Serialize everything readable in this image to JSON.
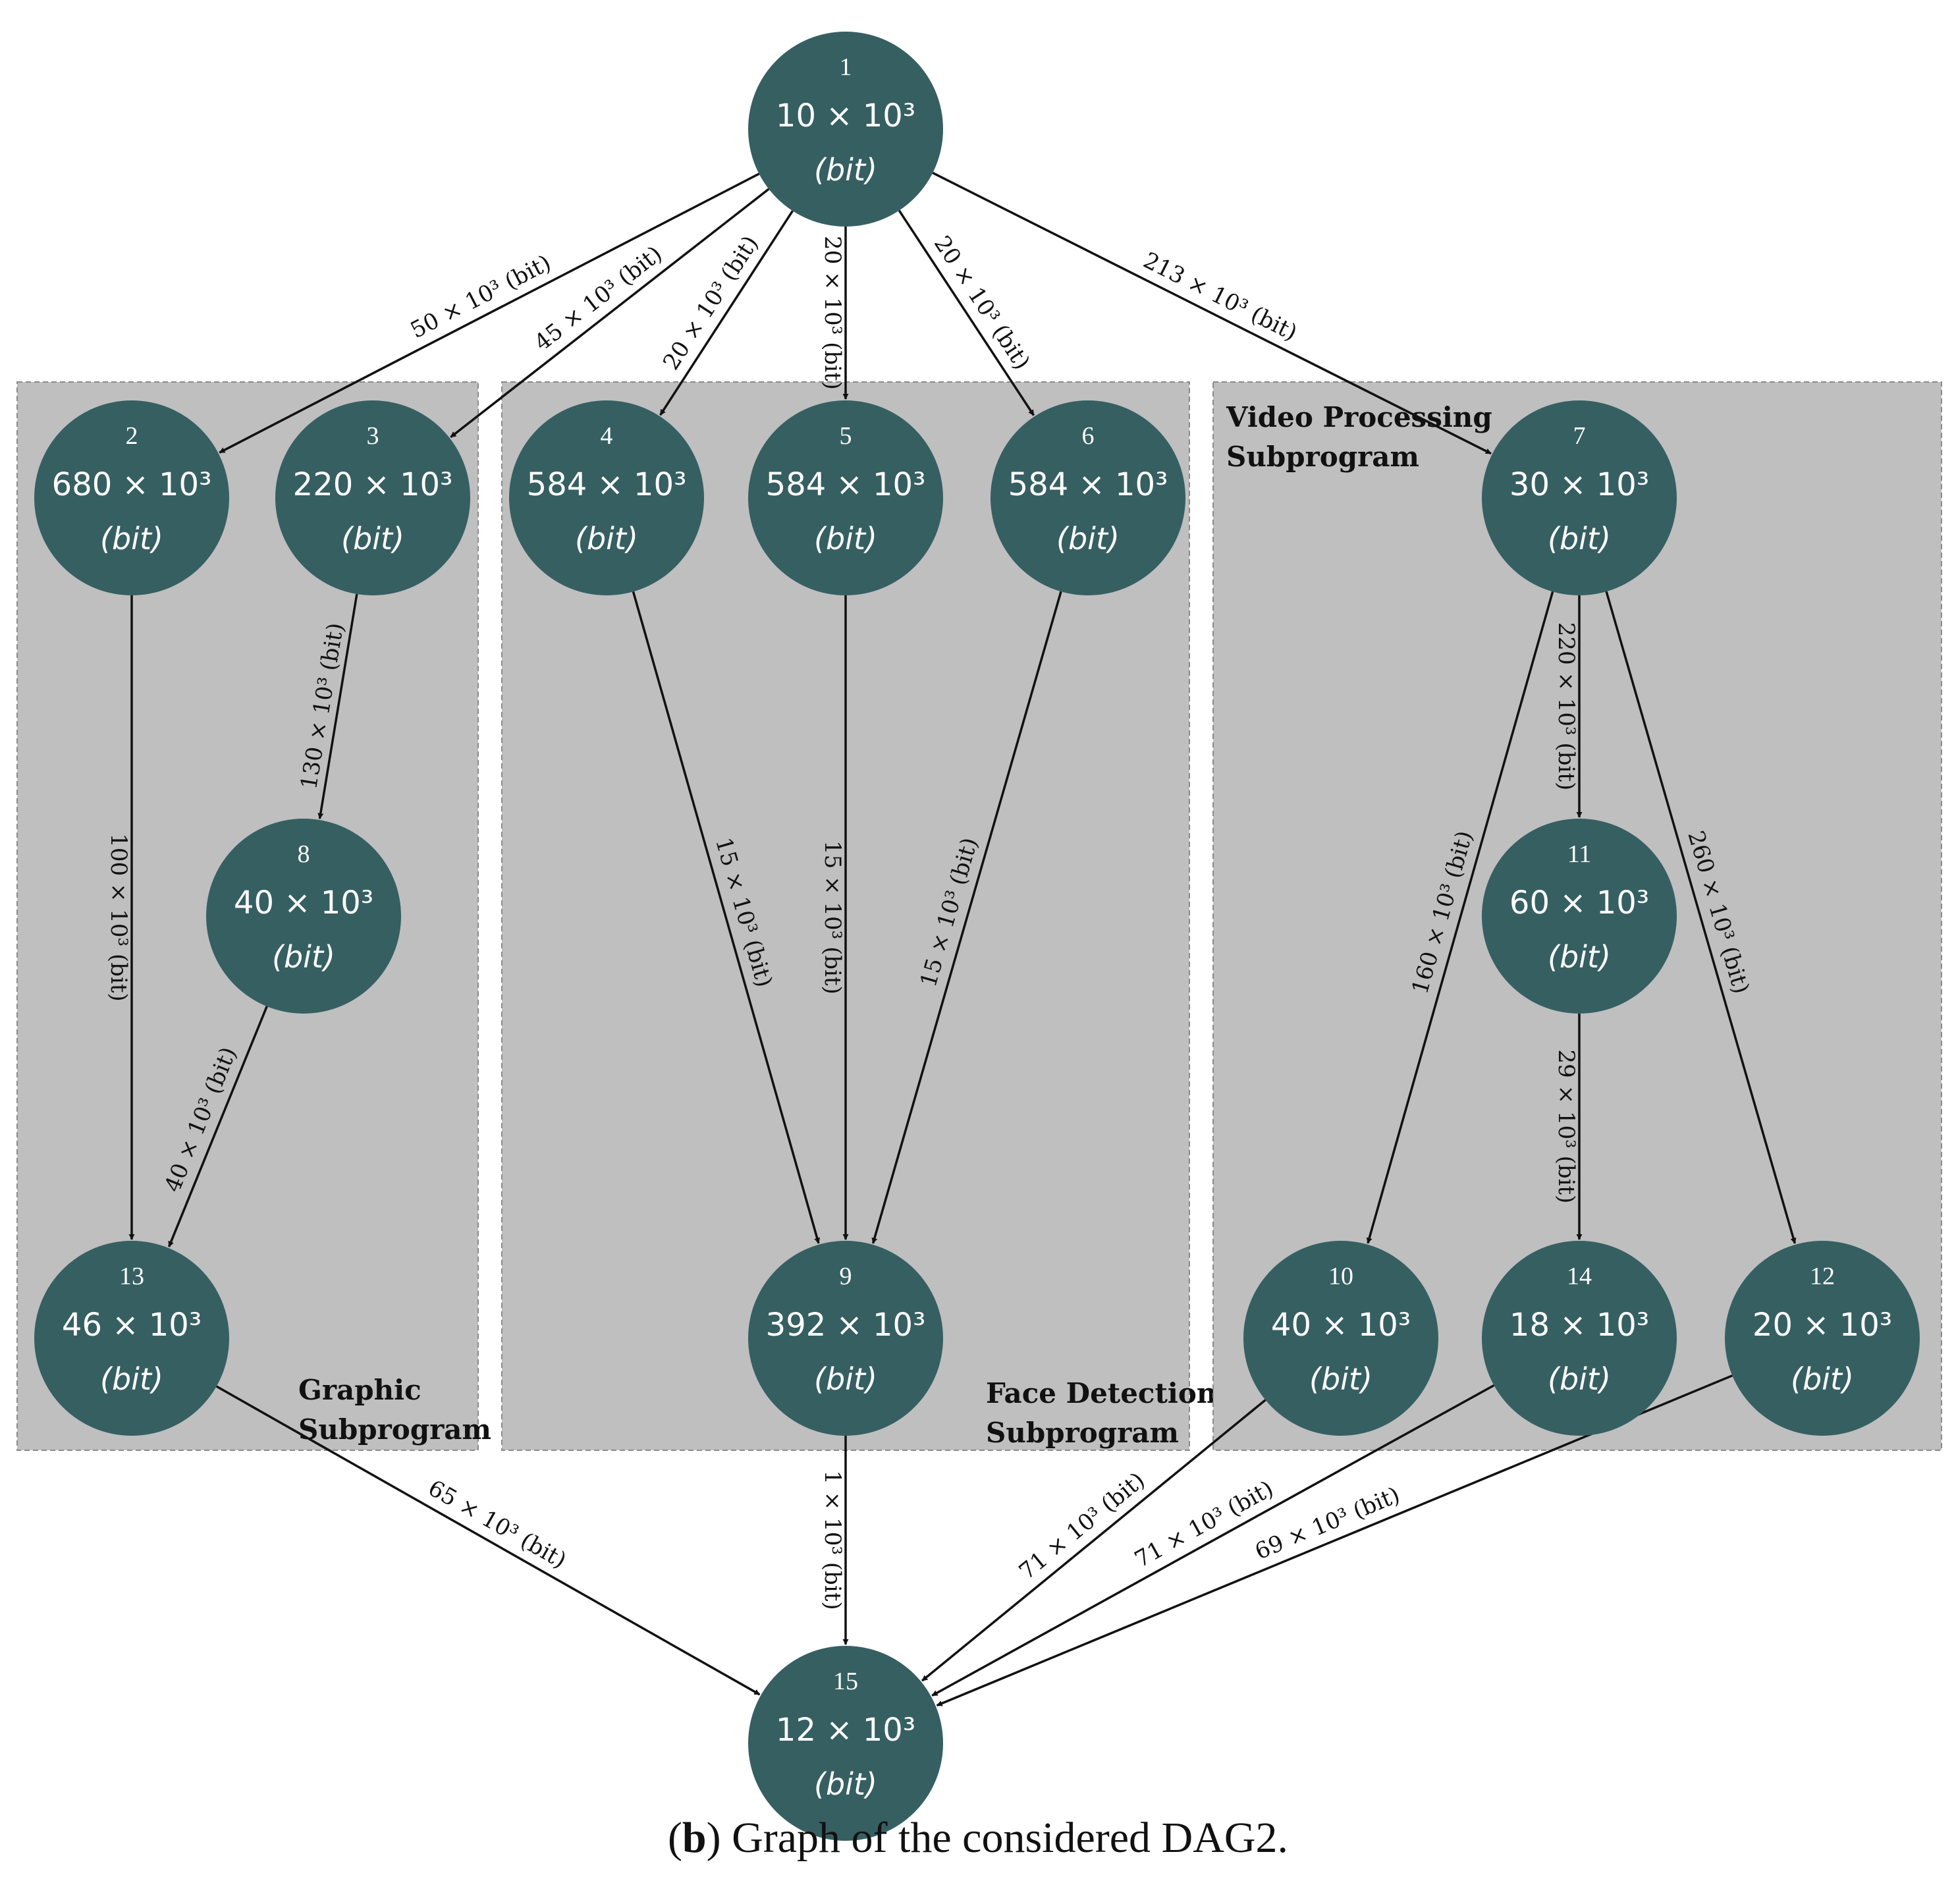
{
  "diagram": {
    "groups": [
      {
        "id": "graphic",
        "label_lines": [
          "Graphic",
          "Subprogram"
        ]
      },
      {
        "id": "face",
        "label_lines": [
          "Face Detection",
          "Subprogram"
        ]
      },
      {
        "id": "video",
        "label_lines": [
          "Video Processing",
          "Subprogram"
        ]
      }
    ],
    "nodes": [
      {
        "id": "1",
        "value": "10 × 10³",
        "unit": "(bit)"
      },
      {
        "id": "2",
        "value": "680 × 10³",
        "unit": "(bit)"
      },
      {
        "id": "3",
        "value": "220 × 10³",
        "unit": "(bit)"
      },
      {
        "id": "4",
        "value": "584 × 10³",
        "unit": "(bit)"
      },
      {
        "id": "5",
        "value": "584 × 10³",
        "unit": "(bit)"
      },
      {
        "id": "6",
        "value": "584 × 10³",
        "unit": "(bit)"
      },
      {
        "id": "7",
        "value": "30 × 10³",
        "unit": "(bit)"
      },
      {
        "id": "8",
        "value": "40 × 10³",
        "unit": "(bit)"
      },
      {
        "id": "9",
        "value": "392 × 10³",
        "unit": "(bit)"
      },
      {
        "id": "10",
        "value": "40 × 10³",
        "unit": "(bit)"
      },
      {
        "id": "11",
        "value": "60 × 10³",
        "unit": "(bit)"
      },
      {
        "id": "12",
        "value": "20 × 10³",
        "unit": "(bit)"
      },
      {
        "id": "13",
        "value": "46 × 10³",
        "unit": "(bit)"
      },
      {
        "id": "14",
        "value": "18 × 10³",
        "unit": "(bit)"
      },
      {
        "id": "15",
        "value": "12 × 10³",
        "unit": "(bit)"
      }
    ],
    "edges": [
      {
        "from": "1",
        "to": "2",
        "label": "50 × 10³ (bit)"
      },
      {
        "from": "1",
        "to": "3",
        "label": "45 × 10³ (bit)"
      },
      {
        "from": "1",
        "to": "4",
        "label": "20 × 10³ (bit)"
      },
      {
        "from": "1",
        "to": "5",
        "label": "20 × 10³ (bit)"
      },
      {
        "from": "1",
        "to": "6",
        "label": "20 × 10³ (bit)"
      },
      {
        "from": "1",
        "to": "7",
        "label": "213 × 10³ (bit)"
      },
      {
        "from": "2",
        "to": "13",
        "label": "100 × 10³ (bit)"
      },
      {
        "from": "3",
        "to": "8",
        "label": "130 × 10³ (bit)"
      },
      {
        "from": "8",
        "to": "13",
        "label": "40 × 10³ (bit)"
      },
      {
        "from": "4",
        "to": "9",
        "label": "15 × 10³ (bit)"
      },
      {
        "from": "5",
        "to": "9",
        "label": "15 × 10³ (bit)"
      },
      {
        "from": "6",
        "to": "9",
        "label": "15 × 10³ (bit)"
      },
      {
        "from": "7",
        "to": "10",
        "label": "160 × 10³ (bit)"
      },
      {
        "from": "7",
        "to": "11",
        "label": "220 × 10³ (bit)"
      },
      {
        "from": "7",
        "to": "12",
        "label": "260 × 10³ (bit)"
      },
      {
        "from": "11",
        "to": "14",
        "label": "29 × 10³ (bit)"
      },
      {
        "from": "13",
        "to": "15",
        "label": "65 × 10³ (bit)"
      },
      {
        "from": "9",
        "to": "15",
        "label": "1 × 10³ (bit)"
      },
      {
        "from": "10",
        "to": "15",
        "label": "71 × 10³ (bit)"
      },
      {
        "from": "14",
        "to": "15",
        "label": "71 × 10³ (bit)"
      },
      {
        "from": "12",
        "to": "15",
        "label": "69 × 10³ (bit)"
      }
    ]
  },
  "caption": {
    "marker": "b",
    "text": "Graph of the considered DAG2."
  }
}
